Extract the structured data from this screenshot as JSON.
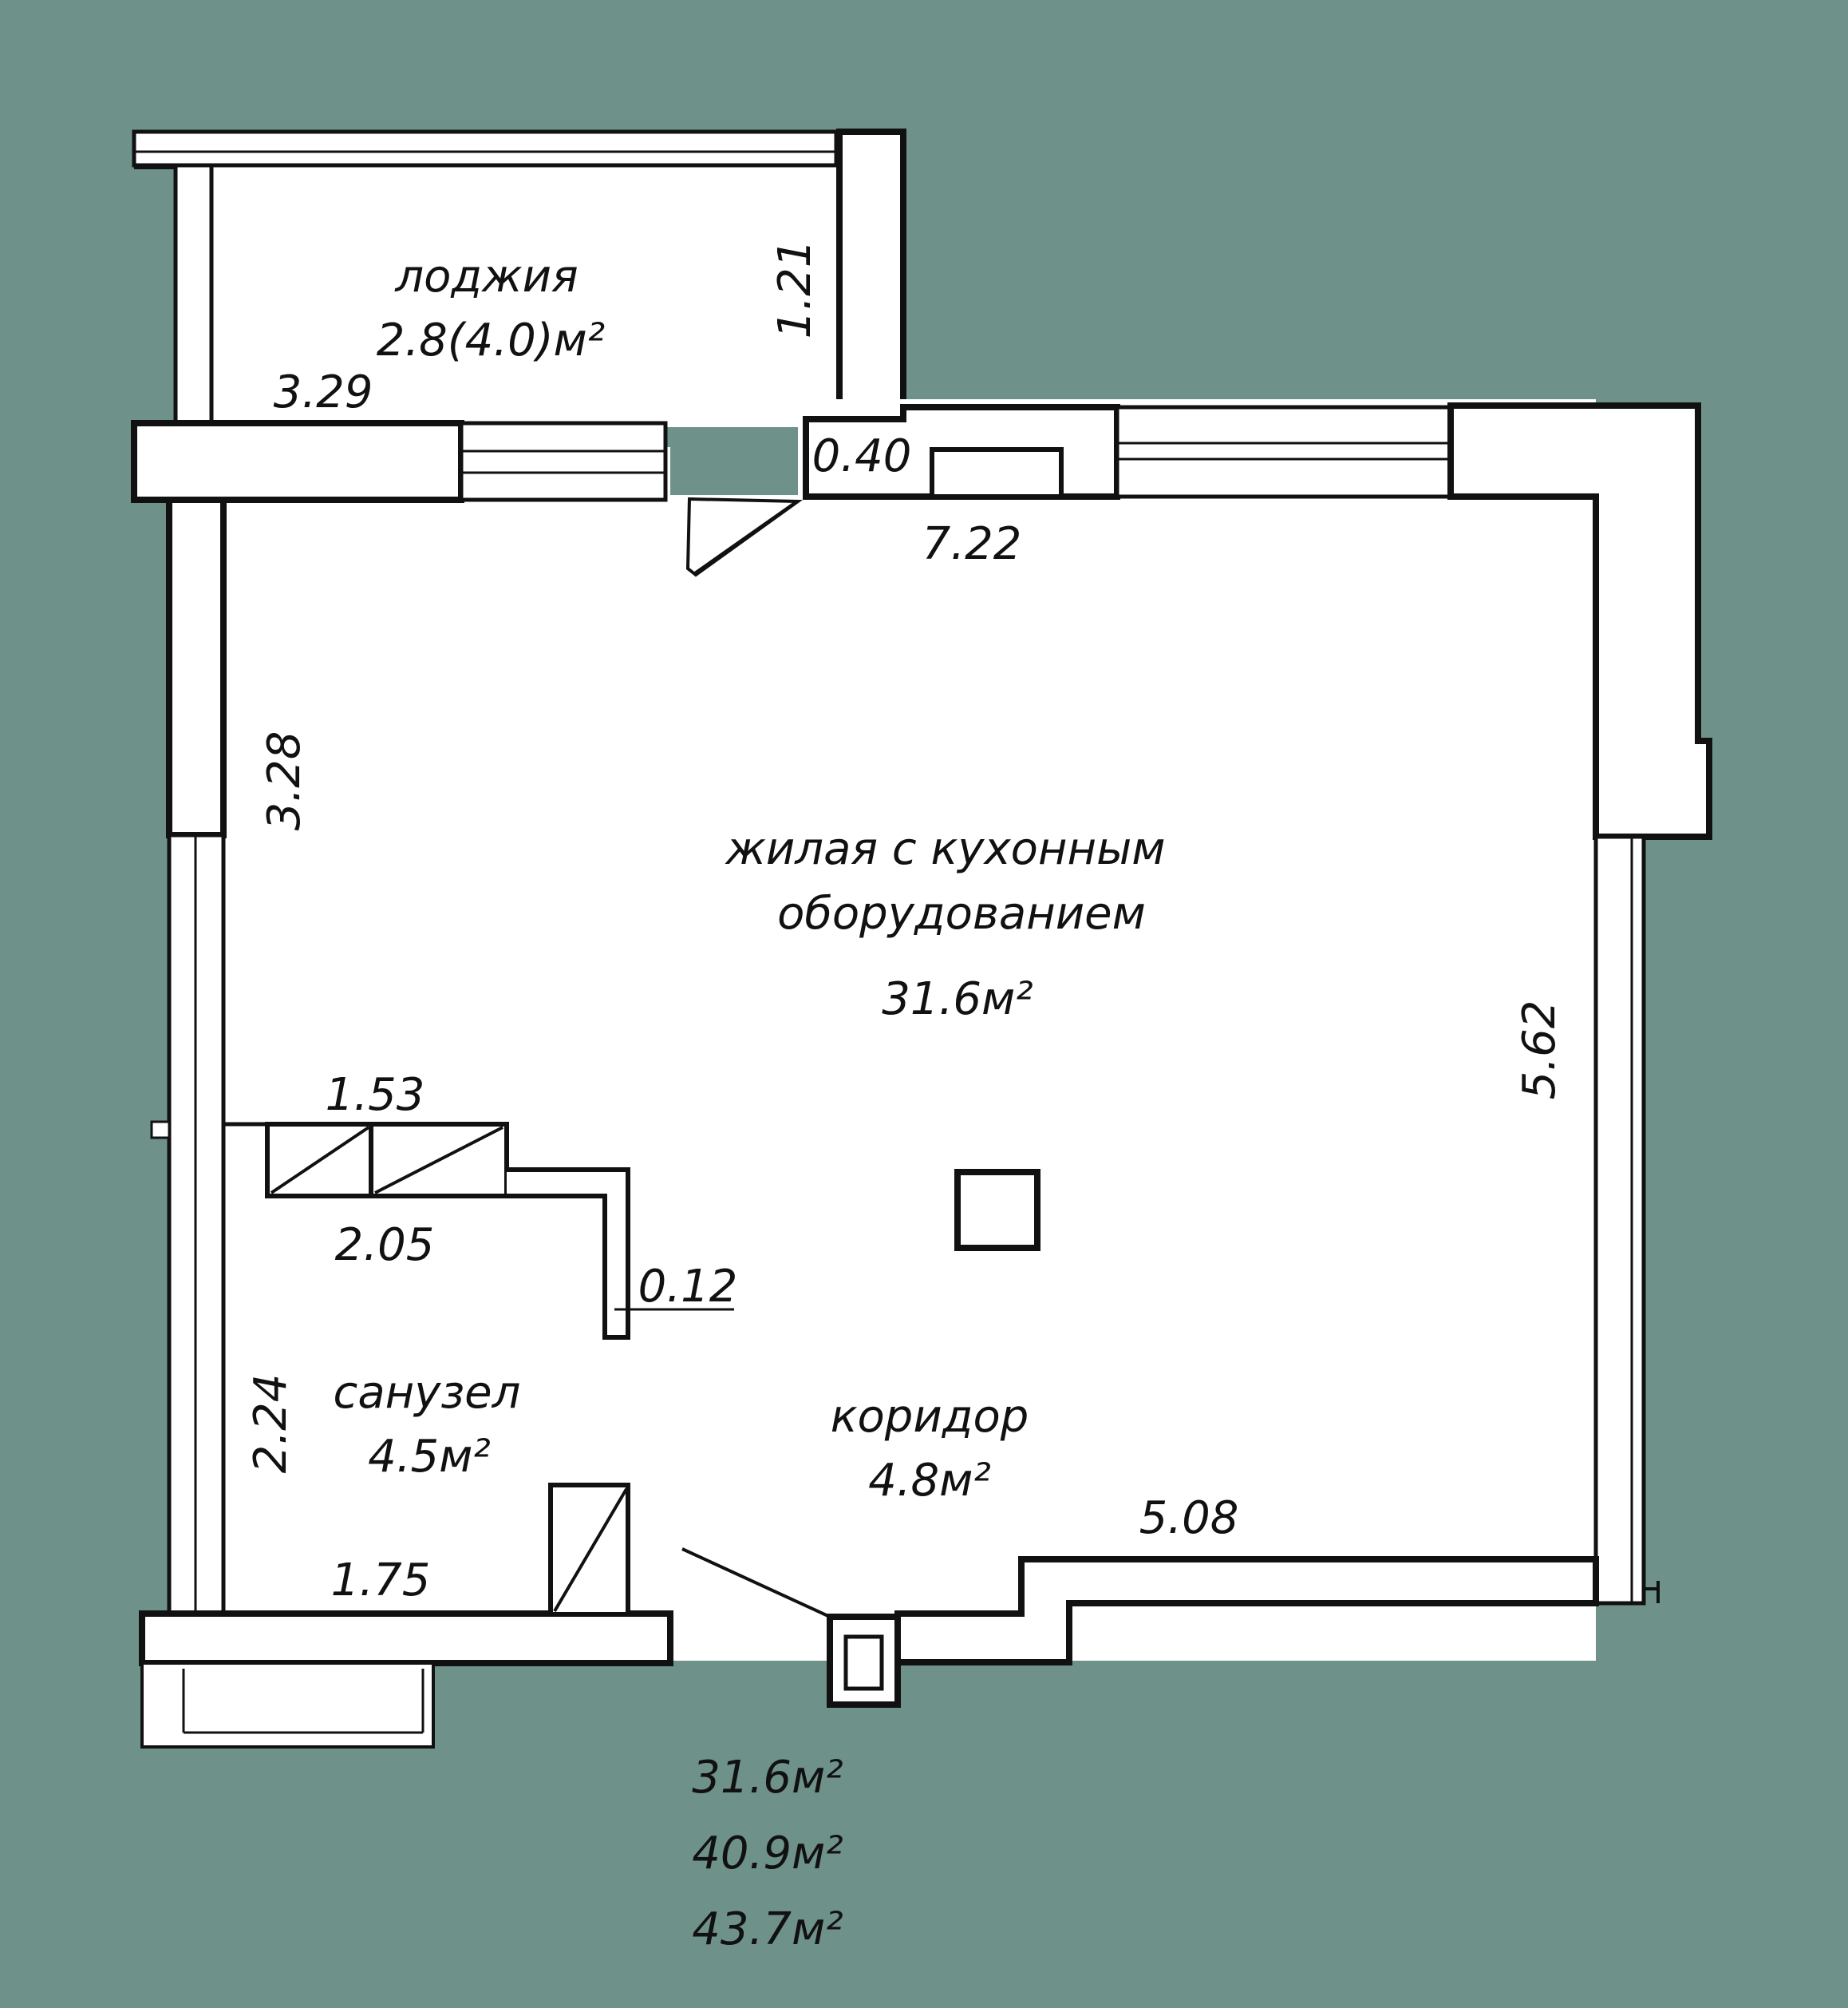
{
  "colors": {
    "background": "#6e928a",
    "floor": "#ffffff",
    "wall_line": "#111111"
  },
  "rooms": {
    "loggia": {
      "name": "лоджия",
      "area": "2.8(4.0)м²"
    },
    "living": {
      "name_line1": "жилая с кухонным",
      "name_line2": "оборудованием",
      "area": "31.6м²"
    },
    "bathroom": {
      "name": "санузел",
      "area": "4.5м²"
    },
    "corridor": {
      "name": "коридор",
      "area": "4.8м²"
    }
  },
  "dimensions": {
    "loggia_height": "1.21",
    "loggia_width": "3.29",
    "wall_segment": "0.40",
    "living_width": "7.22",
    "left_wall": "3.28",
    "right_wall": "5.62",
    "cabinet_top": "1.53",
    "cabinet_bottom": "2.05",
    "partition": "0.12",
    "bath_height": "2.24",
    "bath_width": "1.75",
    "corridor_width": "5.08"
  },
  "totals": [
    "31.6м²",
    "40.9м²",
    "43.7м²"
  ]
}
